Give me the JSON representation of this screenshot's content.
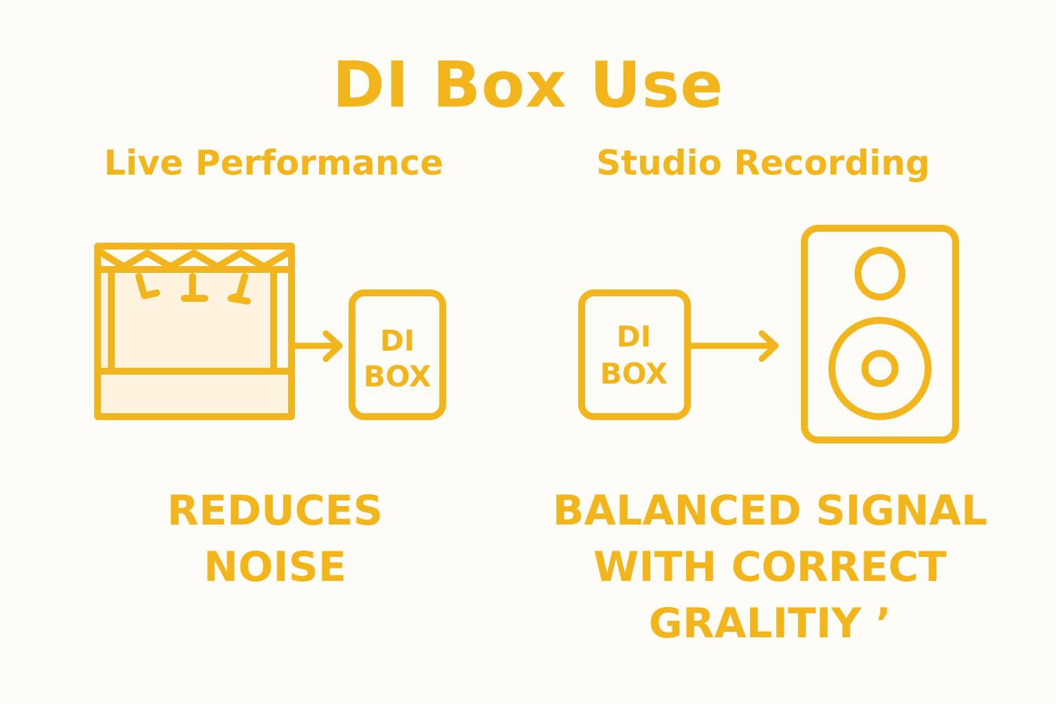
{
  "title": "DI Box Use",
  "accent_color": "#f2b61c",
  "background_color": "#fdfcf7",
  "panels": [
    {
      "heading": "Live Performance",
      "icon": "stage-icon",
      "di_box": {
        "line1": "DI",
        "line2": "BOX"
      },
      "caption_lines": [
        "REDUCES",
        "NOISE"
      ]
    },
    {
      "heading": "Studio Recording",
      "icon": "speaker-icon",
      "di_box": {
        "line1": "DI",
        "line2": "BOX"
      },
      "caption_lines": [
        "BALANCED SIGNAL",
        "WITH CORRECT",
        "GRALITIY ’"
      ]
    }
  ]
}
